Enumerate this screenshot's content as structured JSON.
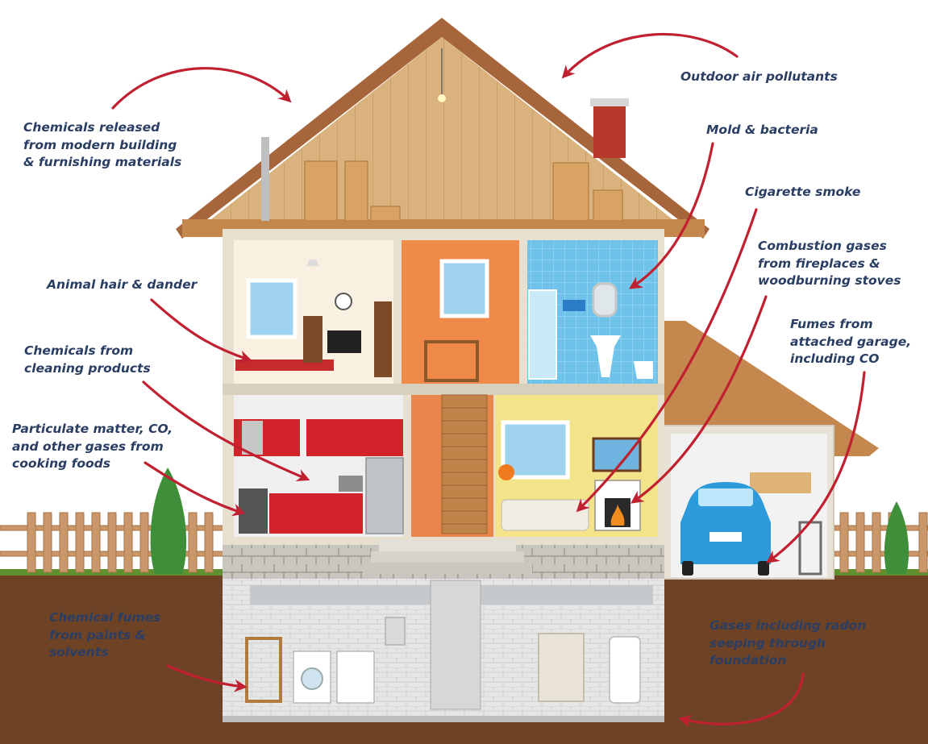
{
  "annotations": [
    {
      "id": "chemicals-building",
      "lines": [
        "Chemicals released",
        "from modern building",
        "& furnishing materials"
      ]
    },
    {
      "id": "outdoor-air",
      "lines": [
        "Outdoor air pollutants"
      ]
    },
    {
      "id": "mold-bacteria",
      "lines": [
        "Mold & bacteria"
      ]
    },
    {
      "id": "cigarette-smoke",
      "lines": [
        "Cigarette smoke"
      ]
    },
    {
      "id": "combustion-gases",
      "lines": [
        "Combustion gases",
        "from fireplaces &",
        "woodburning stoves"
      ]
    },
    {
      "id": "animal-hair",
      "lines": [
        "Animal hair & dander"
      ]
    },
    {
      "id": "fumes-garage",
      "lines": [
        "Fumes from",
        "attached garage,",
        "including CO"
      ]
    },
    {
      "id": "cleaning-products",
      "lines": [
        "Chemicals from",
        "cleaning products"
      ]
    },
    {
      "id": "cooking-foods",
      "lines": [
        "Particulate matter, CO,",
        "and other gases from",
        "cooking foods"
      ]
    },
    {
      "id": "paints-solvents",
      "lines": [
        "Chemical fumes",
        "from paints &",
        "solvents"
      ]
    },
    {
      "id": "radon",
      "lines": [
        "Gases including radon",
        "seeping through",
        "foundation"
      ]
    }
  ],
  "colors": {
    "label_text": "#2a3e63",
    "arrow": "#c0202f",
    "soil": "#6e4325",
    "wall_siding": "#e7dfcf",
    "roof": "#b87a4b"
  }
}
